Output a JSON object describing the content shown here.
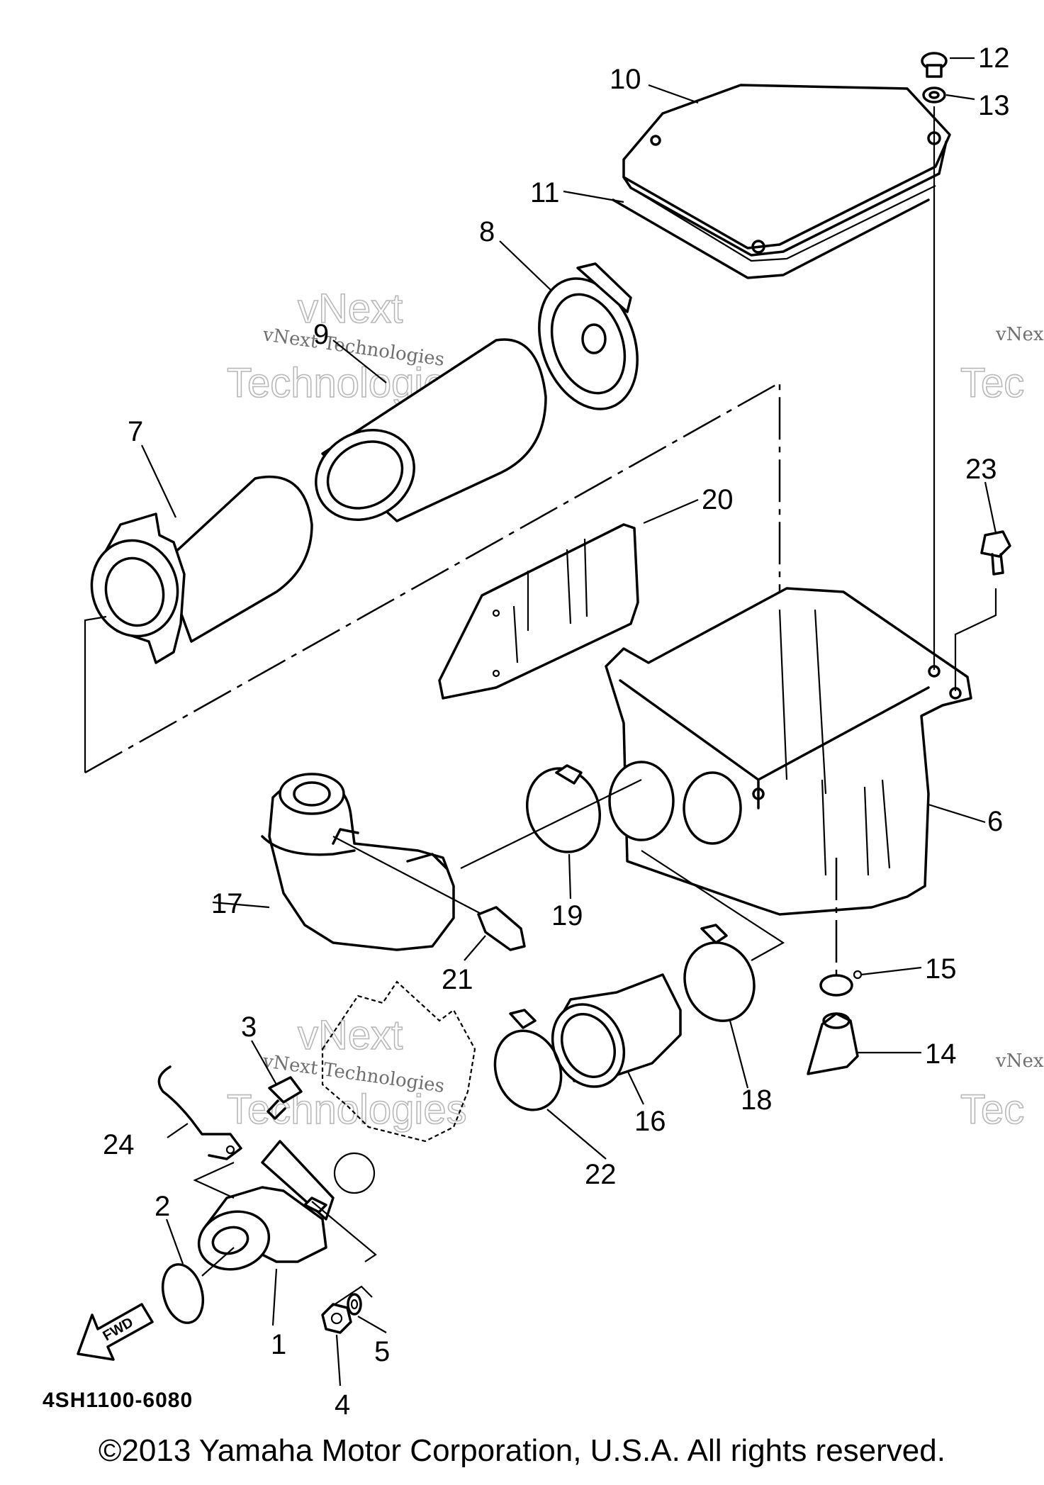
{
  "diagram": {
    "callouts": [
      "1",
      "2",
      "3",
      "4",
      "5",
      "6",
      "7",
      "8",
      "9",
      "10",
      "11",
      "12",
      "13",
      "14",
      "15",
      "16",
      "17",
      "18",
      "19",
      "20",
      "21",
      "22",
      "23",
      "24"
    ],
    "fwd_label": "FWD",
    "part_code": "4SH1100-6080",
    "watermark_line1": "vNext",
    "watermark_line2": "Technologies",
    "watermark_small": "vNext Technologies",
    "watermark_edge": "vNex",
    "watermark_edge_big": "Tec",
    "copyright": "©2013 Yamaha Motor Corporation, U.S.A. All rights reserved."
  }
}
